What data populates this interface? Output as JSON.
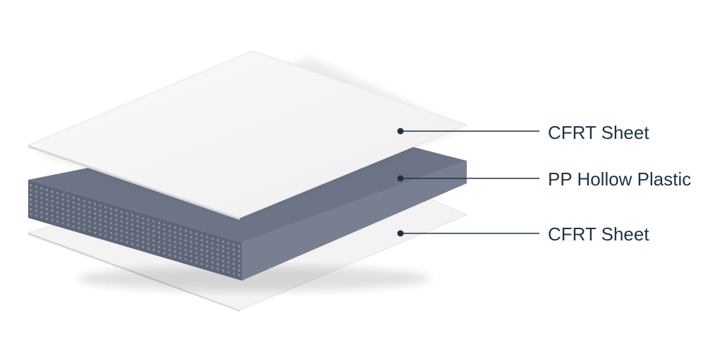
{
  "layers": [
    {
      "label": "CFRT Sheet",
      "material": "cfrt-sheet"
    },
    {
      "label": "PP Hollow Plastic",
      "material": "pp-hollow-core"
    },
    {
      "label": "CFRT Sheet",
      "material": "cfrt-sheet"
    }
  ],
  "colors": {
    "label_text": "#1e3346",
    "leader_line": "#1e3346",
    "sheet_face": "#f3f3f3",
    "sheet_edge": "#d6d6d6",
    "core_top": "#6c7486",
    "core_front": "#5f6678",
    "core_side": "#777f90",
    "core_cell": "#8a91a1"
  }
}
